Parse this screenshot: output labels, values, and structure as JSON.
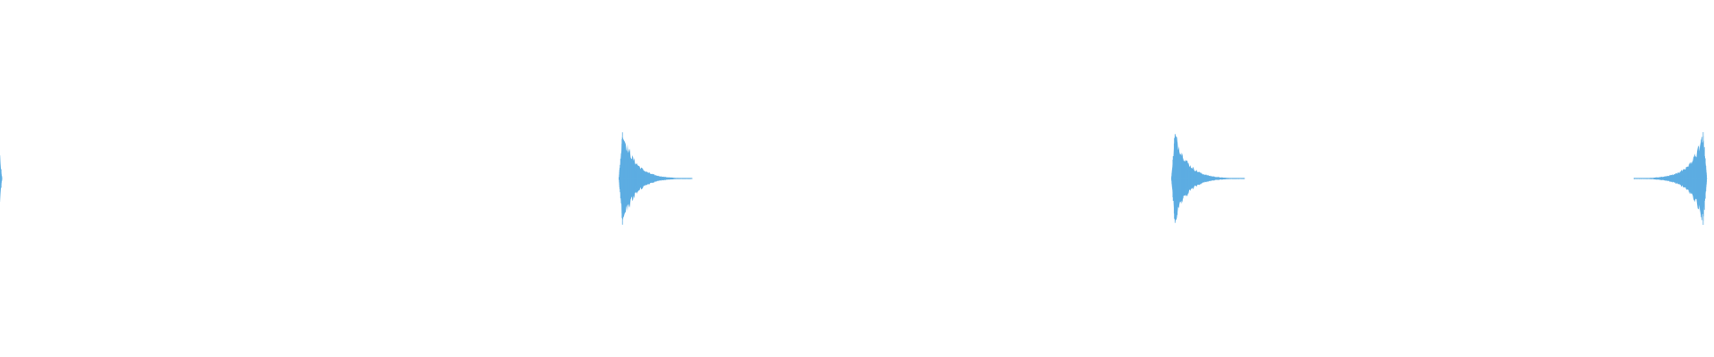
{
  "waveform": {
    "color": "#5dade2",
    "background": "#ffffff",
    "hits": [
      {
        "time": 0.0,
        "peak": 0.9,
        "mirror": true
      },
      {
        "time": 0.362,
        "peak": 0.98,
        "mirror": false
      },
      {
        "time": 0.686,
        "peak": 0.93,
        "mirror": false
      },
      {
        "time": 1.0,
        "peak": 0.94,
        "mirror": true
      }
    ]
  }
}
